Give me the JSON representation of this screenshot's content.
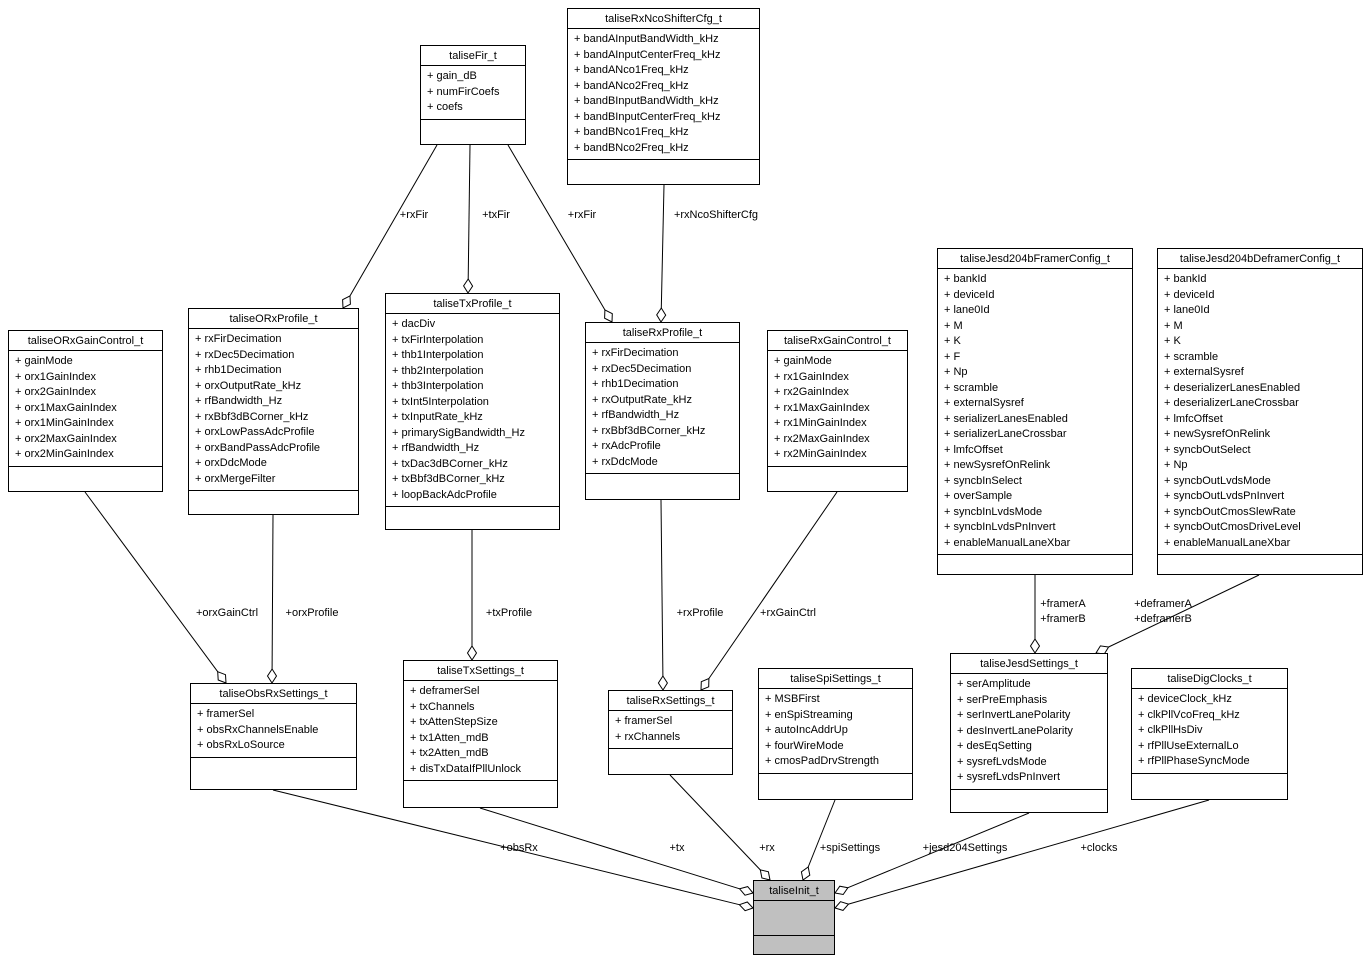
{
  "colors": {
    "background": "#ffffff",
    "node-fill": "#ffffff",
    "selected-node-fill": "#c0c0c0",
    "line": "#000000",
    "text": "#000000"
  },
  "classes": [
    {
      "title": "taliseFir_t",
      "fields": [
        "+ gain_dB",
        "+ numFirCoefs",
        "+ coefs"
      ]
    },
    {
      "title": "taliseRxNcoShifterCfg_t",
      "fields": [
        "+ bandAInputBandWidth_kHz",
        "+ bandAInputCenterFreq_kHz",
        "+ bandANco1Freq_kHz",
        "+ bandANco2Freq_kHz",
        "+ bandBInputBandWidth_kHz",
        "+ bandBInputCenterFreq_kHz",
        "+ bandBNco1Freq_kHz",
        "+ bandBNco2Freq_kHz"
      ]
    },
    {
      "title": "taliseORxGainControl_t",
      "fields": [
        "+ gainMode",
        "+ orx1GainIndex",
        "+ orx2GainIndex",
        "+ orx1MaxGainIndex",
        "+ orx1MinGainIndex",
        "+ orx2MaxGainIndex",
        "+ orx2MinGainIndex"
      ]
    },
    {
      "title": "taliseORxProfile_t",
      "fields": [
        "+ rxFirDecimation",
        "+ rxDec5Decimation",
        "+ rhb1Decimation",
        "+ orxOutputRate_kHz",
        "+ rfBandwidth_Hz",
        "+ rxBbf3dBCorner_kHz",
        "+ orxLowPassAdcProfile",
        "+ orxBandPassAdcProfile",
        "+ orxDdcMode",
        "+ orxMergeFilter"
      ]
    },
    {
      "title": "taliseTxProfile_t",
      "fields": [
        "+ dacDiv",
        "+ txFirInterpolation",
        "+ thb1Interpolation",
        "+ thb2Interpolation",
        "+ thb3Interpolation",
        "+ txInt5Interpolation",
        "+ txInputRate_kHz",
        "+ primarySigBandwidth_Hz",
        "+ rfBandwidth_Hz",
        "+ txDac3dBCorner_kHz",
        "+ txBbf3dBCorner_kHz",
        "+ loopBackAdcProfile"
      ]
    },
    {
      "title": "taliseRxProfile_t",
      "fields": [
        "+ rxFirDecimation",
        "+ rxDec5Decimation",
        "+ rhb1Decimation",
        "+ rxOutputRate_kHz",
        "+ rfBandwidth_Hz",
        "+ rxBbf3dBCorner_kHz",
        "+ rxAdcProfile",
        "+ rxDdcMode"
      ]
    },
    {
      "title": "taliseRxGainControl_t",
      "fields": [
        "+ gainMode",
        "+ rx1GainIndex",
        "+ rx2GainIndex",
        "+ rx1MaxGainIndex",
        "+ rx1MinGainIndex",
        "+ rx2MaxGainIndex",
        "+ rx2MinGainIndex"
      ]
    },
    {
      "title": "taliseJesd204bFramerConfig_t",
      "fields": [
        "+ bankId",
        "+ deviceId",
        "+ lane0Id",
        "+ M",
        "+ K",
        "+ F",
        "+ Np",
        "+ scramble",
        "+ externalSysref",
        "+ serializerLanesEnabled",
        "+ serializerLaneCrossbar",
        "+ lmfcOffset",
        "+ newSysrefOnRelink",
        "+ syncbInSelect",
        "+ overSample",
        "+ syncbInLvdsMode",
        "+ syncbInLvdsPnInvert",
        "+ enableManualLaneXbar"
      ]
    },
    {
      "title": "taliseJesd204bDeframerConfig_t",
      "fields": [
        "+ bankId",
        "+ deviceId",
        "+ lane0Id",
        "+ M",
        "+ K",
        "+ scramble",
        "+ externalSysref",
        "+ deserializerLanesEnabled",
        "+ deserializerLaneCrossbar",
        "+ lmfcOffset",
        "+ newSysrefOnRelink",
        "+ syncbOutSelect",
        "+ Np",
        "+ syncbOutLvdsMode",
        "+ syncbOutLvdsPnInvert",
        "+ syncbOutCmosSlewRate",
        "+ syncbOutCmosDriveLevel",
        "+ enableManualLaneXbar"
      ]
    },
    {
      "title": "taliseObsRxSettings_t",
      "fields": [
        "+ framerSel",
        "+ obsRxChannelsEnable",
        "+ obsRxLoSource"
      ]
    },
    {
      "title": "taliseTxSettings_t",
      "fields": [
        "+ deframerSel",
        "+ txChannels",
        "+ txAttenStepSize",
        "+ tx1Atten_mdB",
        "+ tx2Atten_mdB",
        "+ disTxDataIfPllUnlock"
      ]
    },
    {
      "title": "taliseRxSettings_t",
      "fields": [
        "+ framerSel",
        "+ rxChannels"
      ]
    },
    {
      "title": "taliseSpiSettings_t",
      "fields": [
        "+ MSBFirst",
        "+ enSpiStreaming",
        "+ autoIncAddrUp",
        "+ fourWireMode",
        "+ cmosPadDrvStrength"
      ]
    },
    {
      "title": "taliseJesdSettings_t",
      "fields": [
        "+ serAmplitude",
        "+ serPreEmphasis",
        "+ serInvertLanePolarity",
        "+ desInvertLanePolarity",
        "+ desEqSetting",
        "+ sysrefLvdsMode",
        "+ sysrefLvdsPnInvert"
      ]
    },
    {
      "title": "taliseDigClocks_t",
      "fields": [
        "+ deviceClock_kHz",
        "+ clkPllVcoFreq_kHz",
        "+ clkPllHsDiv",
        "+ rfPllUseExternalLo",
        "+ rfPllPhaseSyncMode"
      ]
    },
    {
      "title": "taliseInit_t",
      "fields": []
    }
  ],
  "edges": [
    {
      "label": "+rxFir",
      "member": "taliseFir_t",
      "owner": "taliseORxProfile_t"
    },
    {
      "label": "+txFir",
      "member": "taliseFir_t",
      "owner": "taliseTxProfile_t"
    },
    {
      "label": "+rxFir",
      "member": "taliseFir_t",
      "owner": "taliseRxProfile_t"
    },
    {
      "label": "+rxNcoShifterCfg",
      "member": "taliseRxNcoShifterCfg_t",
      "owner": "taliseRxProfile_t"
    },
    {
      "label": "+orxGainCtrl",
      "member": "taliseORxGainControl_t",
      "owner": "taliseObsRxSettings_t"
    },
    {
      "label": "+orxProfile",
      "member": "taliseORxProfile_t",
      "owner": "taliseObsRxSettings_t"
    },
    {
      "label": "+txProfile",
      "member": "taliseTxProfile_t",
      "owner": "taliseTxSettings_t"
    },
    {
      "label": "+rxProfile",
      "member": "taliseRxProfile_t",
      "owner": "taliseRxSettings_t"
    },
    {
      "label": "+rxGainCtrl",
      "member": "taliseRxGainControl_t",
      "owner": "taliseRxSettings_t"
    },
    {
      "label": "+framerA",
      "member": "taliseJesd204bFramerConfig_t",
      "owner": "taliseJesdSettings_t"
    },
    {
      "label": "+framerB",
      "member": "taliseJesd204bFramerConfig_t",
      "owner": "taliseJesdSettings_t"
    },
    {
      "label": "+deframerA",
      "member": "taliseJesd204bDeframerConfig_t",
      "owner": "taliseJesdSettings_t"
    },
    {
      "label": "+deframerB",
      "member": "taliseJesd204bDeframerConfig_t",
      "owner": "taliseJesdSettings_t"
    },
    {
      "label": "+obsRx",
      "member": "taliseObsRxSettings_t",
      "owner": "taliseInit_t"
    },
    {
      "label": "+tx",
      "member": "taliseTxSettings_t",
      "owner": "taliseInit_t"
    },
    {
      "label": "+rx",
      "member": "taliseRxSettings_t",
      "owner": "taliseInit_t"
    },
    {
      "label": "+spiSettings",
      "member": "taliseSpiSettings_t",
      "owner": "taliseInit_t"
    },
    {
      "label": "+jesd204Settings",
      "member": "taliseJesdSettings_t",
      "owner": "taliseInit_t"
    },
    {
      "label": "+clocks",
      "member": "taliseDigClocks_t",
      "owner": "taliseInit_t"
    }
  ]
}
